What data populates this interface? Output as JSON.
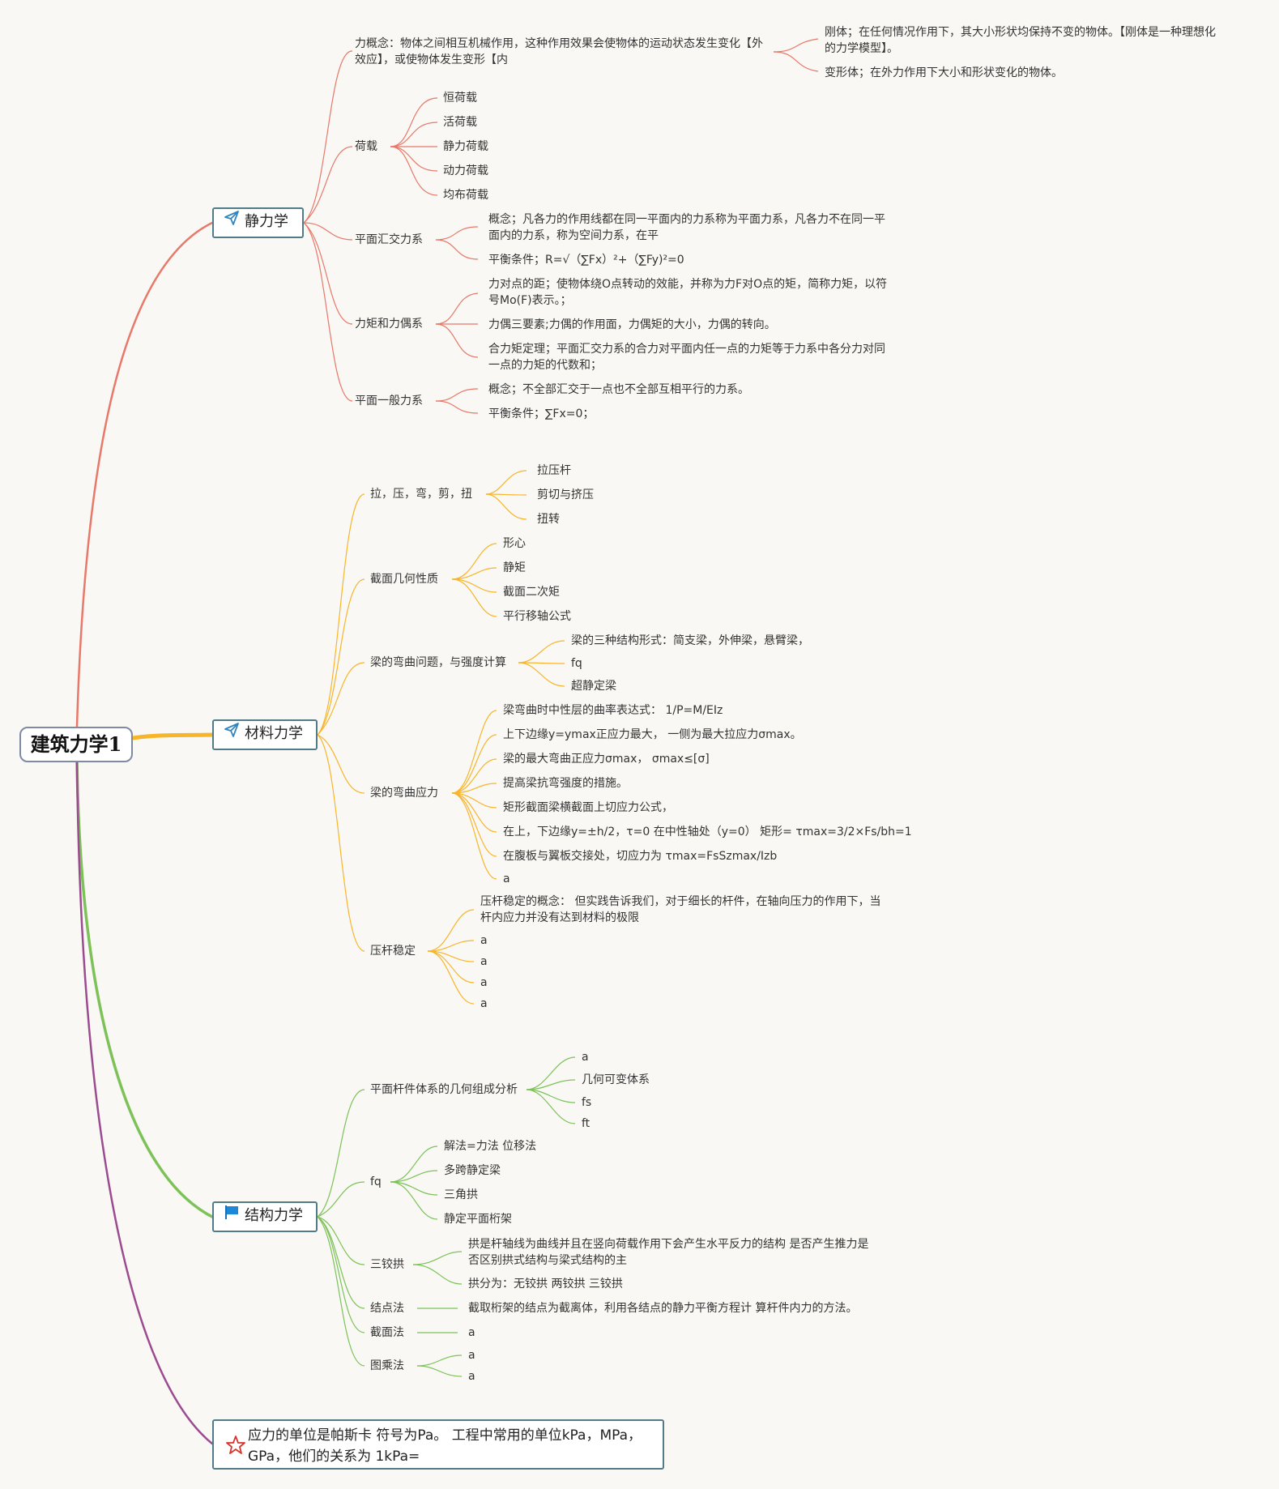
{
  "root": {
    "label": "建筑力学1"
  },
  "branches": {
    "statics": {
      "label": "静力学",
      "icon": "paper-plane-icon",
      "color": "#e8786a"
    },
    "materials": {
      "label": "材料力学",
      "icon": "paper-plane-icon",
      "color": "#f7b52c"
    },
    "structure": {
      "label": "结构力学",
      "icon": "flag-icon",
      "color": "#7cc259"
    },
    "note": {
      "label": "应力的单位是帕斯卡 符号为Pa。 工程中常用的单位kPa，MPa，GPa，他们的关系为 1kPa=",
      "icon": "star-icon",
      "color": "#9b4b8f"
    }
  },
  "statics": {
    "force_concept": "力概念：物体之间相互机械作用，这种作用效果会使物体的运动状态发生变化【外效应】，或使物体发生变形【内",
    "rigid_body": "刚体；在任何情况作用下，其大小形状均保持不变的物体。【刚体是一种理想化的力学模型】。",
    "deformable_body": "变形体；在外力作用下大小和形状变化的物体。",
    "load": {
      "label": "荷载",
      "items": [
        "恒荷载",
        "活荷载",
        "静力荷载",
        "动力荷载",
        "均布荷载"
      ]
    },
    "concurrent": {
      "label": "平面汇交力系",
      "items": [
        "概念；凡各力的作用线都在同一平面内的力系称为平面力系，凡各力不在同一平面内的力系，称为空间力系，在平",
        "平衡条件；R=√（∑Fx）²+（∑Fy)²=0"
      ]
    },
    "moment": {
      "label": "力矩和力偶系",
      "items": [
        "力对点的距；使物体绕O点转动的效能，并称为力F对O点的矩，简称力矩，以符号Mo(F)表示。；",
        "力偶三要素;力偶的作用面，力偶矩的大小，力偶的转向。",
        "合力矩定理；平面汇交力系的合力对平面内任一点的力矩等于力系中各分力对同一点的力矩的代数和；"
      ]
    },
    "general": {
      "label": "平面一般力系",
      "items": [
        "概念；不全部汇交于一点也不全部互相平行的力系。",
        "平衡条件；∑Fx=0；"
      ]
    }
  },
  "materials": {
    "basic": {
      "label": "拉，压，弯，剪，扭",
      "items": [
        "拉压杆",
        "剪切与挤压",
        "扭转"
      ]
    },
    "section": {
      "label": "截面几何性质",
      "items": [
        "形心",
        "静矩",
        "截面二次矩",
        "平行移轴公式"
      ]
    },
    "bending_problem": {
      "label": "梁的弯曲问题，与强度计算",
      "items": [
        "梁的三种结构形式：简支梁，外伸梁，悬臂梁，",
        "fq",
        "超静定梁"
      ]
    },
    "bending_stress": {
      "label": "梁的弯曲应力",
      "items": [
        "梁弯曲时中性层的曲率表达式：  1/P=M/EIz",
        "上下边缘y=ymax正应力最大，  一侧为最大拉应力σmax。",
        "梁的最大弯曲正应力σmax，  σmax≤[σ]",
        "提高梁抗弯强度的措施。",
        "矩形截面梁横截面上切应力公式，",
        "在上，下边缘y=±h/2，τ=0 在中性轴处（y=0） 矩形= τmax=3/2×Fs/bh=1",
        "在腹板与翼板交接处，切应力为 τmax=FsSzmax/Izb",
        "a"
      ]
    },
    "stability": {
      "label": "压杆稳定",
      "items": [
        "压杆稳定的概念： 但实践告诉我们，对于细长的杆件，在轴向压力的作用下，当杆内应力并没有达到材料的极限",
        "a",
        "a",
        "a",
        "a"
      ]
    }
  },
  "structure": {
    "geometry": {
      "label": "平面杆件体系的几何组成分析",
      "items": [
        "a",
        "几何可变体系",
        "fs",
        "ft"
      ]
    },
    "fq": {
      "label": "fq",
      "items": [
        "解法=力法 位移法",
        "多跨静定梁",
        "三角拱",
        "静定平面桁架"
      ]
    },
    "arch": {
      "label": "三铰拱",
      "items": [
        "拱是杆轴线为曲线并且在竖向荷载作用下会产生水平反力的结构 是否产生推力是否区别拱式结构与梁式结构的主",
        "拱分为：无铰拱 两铰拱 三铰拱"
      ]
    },
    "joint": {
      "label": "结点法",
      "items": [
        "截取桁架的结点为截离体，利用各结点的静力平衡方程计 算杆件内力的方法。"
      ]
    },
    "section": {
      "label": "截面法",
      "items": [
        "a"
      ]
    },
    "graph": {
      "label": "图乘法",
      "items": [
        "a",
        "a"
      ]
    }
  }
}
